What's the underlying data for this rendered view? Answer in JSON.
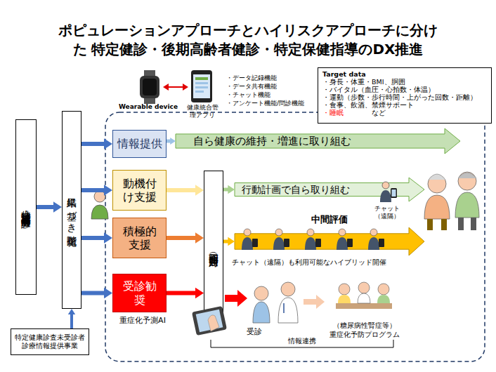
{
  "diagram": {
    "title": "ポピュレーションアプローチとハイリスクアプローチに分けた 特定健診・後期高齢者健診・特定保健指導のDX推進",
    "nodes": [
      {
        "text": [
          "Target data",
          "・身長・体重・BMI、胴囲",
          "・バイタル（血圧・心拍数・体温）",
          "・運動（歩数・歩行時間・上がった回数・距離）",
          "・食事、飲酒、禁煙サポート",
          "・睡眠",
          "など"
        ]
      },
      {
        "text": [
          "特定健診・後期高齢者健診"
        ]
      },
      {
        "text": [
          "結果に基づき階層化"
        ]
      },
      {
        "text": [
          "情報提供"
        ]
      },
      {
        "text": [
          "自ら健康の維持・増進に取り組む"
        ]
      },
      {
        "text": [
          "動機付け支援"
        ]
      },
      {
        "text": [
          "初回面接（対面）"
        ]
      },
      {
        "text": [
          "行動計画で自ら取り組む"
        ]
      },
      {
        "text": [
          "積極的支援"
        ]
      },
      {
        "text": [
          "中間評価"
        ]
      },
      {
        "text": [
          "受診勧奨"
        ]
      },
      {
        "text": [
          "特定健康診査未受診者 診療情報提供事業"
        ]
      }
    ],
    "edges": [
      {
        "from": 1,
        "to": 2,
        "arrow": "to"
      },
      {
        "from": 2,
        "to": 3,
        "arrow": "to"
      },
      {
        "from": 2,
        "to": 5,
        "arrow": "to"
      },
      {
        "from": 2,
        "to": 8,
        "arrow": "to"
      },
      {
        "from": 2,
        "to": 10,
        "arrow": "to"
      },
      {
        "from": 11,
        "to": 2,
        "arrow": "to"
      },
      {
        "from": 3,
        "to": 4,
        "arrow": "to"
      },
      {
        "from": 5,
        "to": 6,
        "arrow": "to"
      },
      {
        "from": 8,
        "to": 6,
        "arrow": "to"
      },
      {
        "from": 10,
        "to": 6,
        "arrow": "to"
      },
      {
        "from": 6,
        "to": 7,
        "arrow": "to"
      },
      {
        "from": 6,
        "to": 9,
        "arrow": "to"
      }
    ],
    "labels": [
      "Wearable device",
      "健康統合管理アプリ",
      "・データ記録機能",
      "・データ共有機能",
      "・チャット機能",
      "・アンケート機能/問診機能",
      "チャット（遠隔）",
      "チャット（遠隔）も利用可能なハイブリッド開催",
      "重症化予測AI",
      "受診",
      "情報連携",
      "（糖尿病性腎症等） 重症化予防プログラム"
    ]
  }
}
